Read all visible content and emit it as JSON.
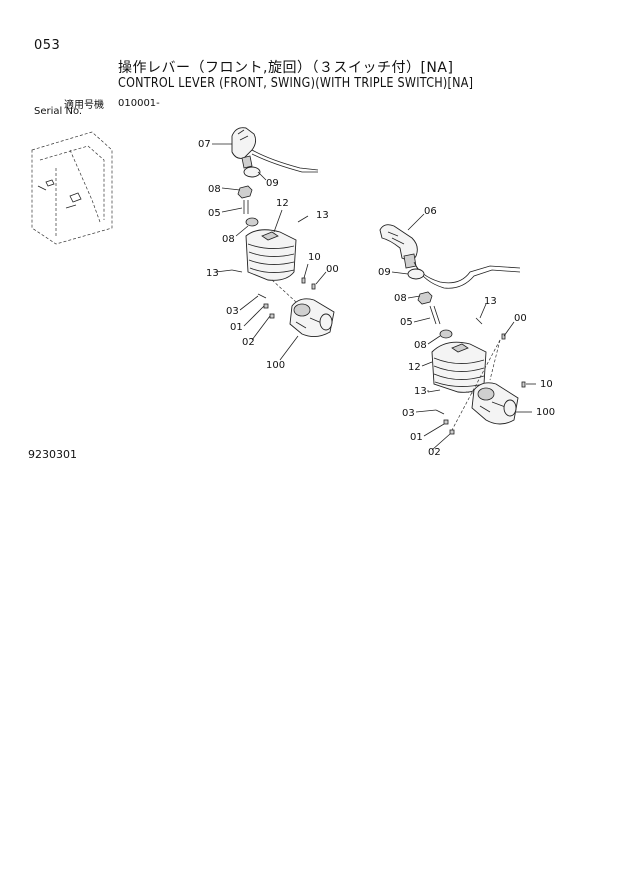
{
  "page": {
    "number": "053",
    "title_jp": "操作レバー（フロント,旋回）（３スイッチ付）[NA]",
    "title_en": "CONTROL LEVER (FRONT, SWING)(WITH TRIPLE SWITCH)[NA]",
    "serial_label_jp": "適用号機",
    "serial_label_en": "Serial No.",
    "serial_value": "010001-",
    "figure_code": "9230301"
  },
  "callouts": {
    "left": {
      "c07": "07",
      "c09": "09",
      "c08a": "08",
      "c05": "05",
      "c08b": "08",
      "c12": "12",
      "c13a": "13",
      "c13b": "13",
      "c10": "10",
      "c00": "00",
      "c03": "03",
      "c01": "01",
      "c02": "02",
      "c100": "100"
    },
    "right": {
      "c06": "06",
      "c09": "09",
      "c08a": "08",
      "c13a": "13",
      "c05": "05",
      "c00": "00",
      "c08b": "08",
      "c12": "12",
      "c10": "10",
      "c13b": "13",
      "c100": "100",
      "c03": "03",
      "c01": "01",
      "c02": "02"
    }
  }
}
